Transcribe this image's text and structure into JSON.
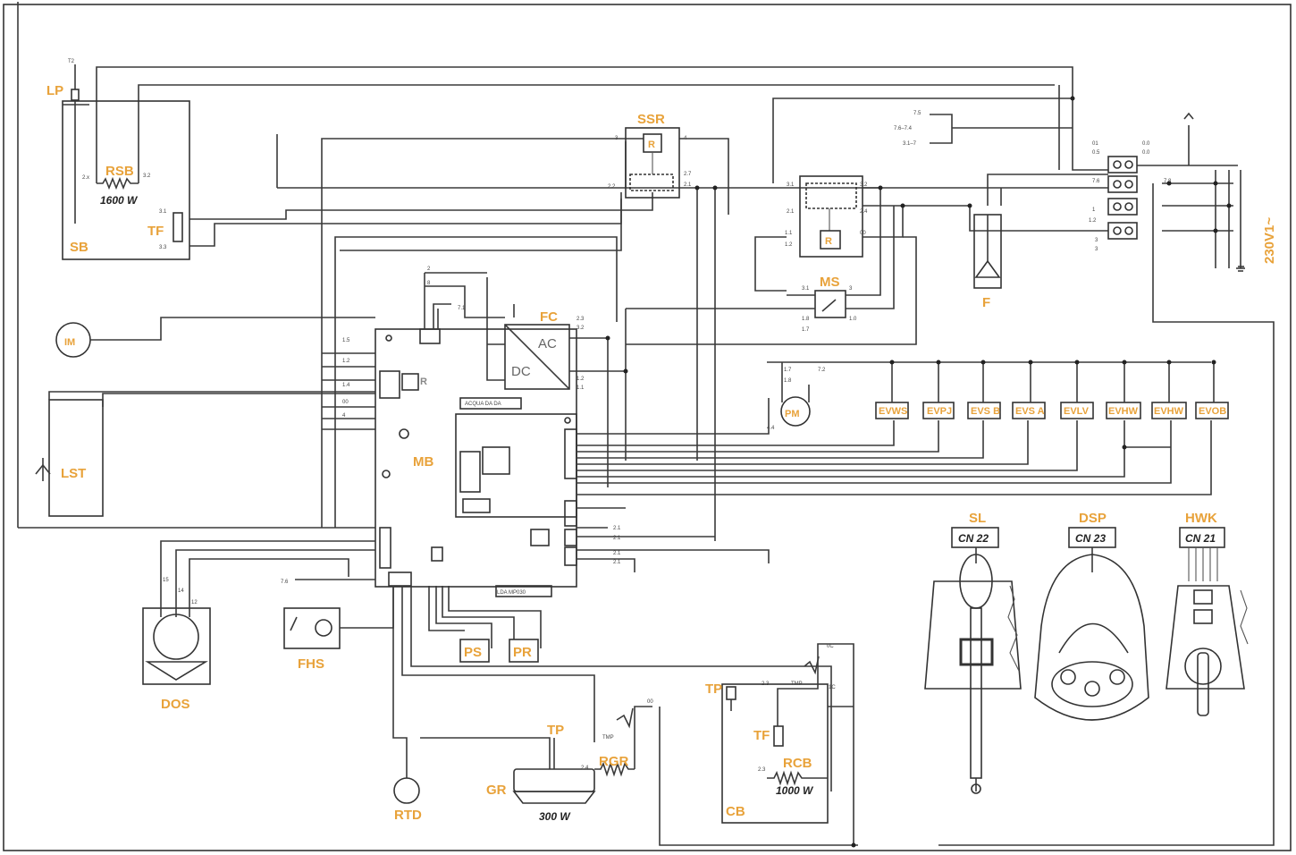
{
  "components": {
    "lp": "LP",
    "rsb": "RSB",
    "rsb_power": "1600 W",
    "tf_sb": "TF",
    "sb": "SB",
    "ssr": "SSR",
    "ssr_relay": "R",
    "relay2": "R",
    "ms": "MS",
    "f": "F",
    "supply": "230V1~",
    "im": "IM",
    "fc": "FC",
    "fc_ac": "AC",
    "fc_dc": "DC",
    "lst": "LST",
    "mb": "MB",
    "pm": "PM",
    "dos": "DOS",
    "fhs": "FHS",
    "ps": "PS",
    "pr": "PR",
    "rtd": "RTD",
    "gr": "GR",
    "gr_power": "300 W",
    "tp_gr": "TP",
    "rgr": "RGR",
    "tp_cb": "TP",
    "tf_cb": "TF",
    "rcb": "RCB",
    "rcb_power": "1000 W",
    "cb": "CB",
    "sl": "SL",
    "dsp": "DSP",
    "hwk": "HWK"
  },
  "valves": [
    "EVWS",
    "EVPJ",
    "EVS B",
    "EVS A",
    "EVLV",
    "EVHW",
    "EVHW",
    "EVOB"
  ],
  "connectors": {
    "sl": "CN 22",
    "dsp": "CN 23",
    "hwk": "CN 21"
  }
}
